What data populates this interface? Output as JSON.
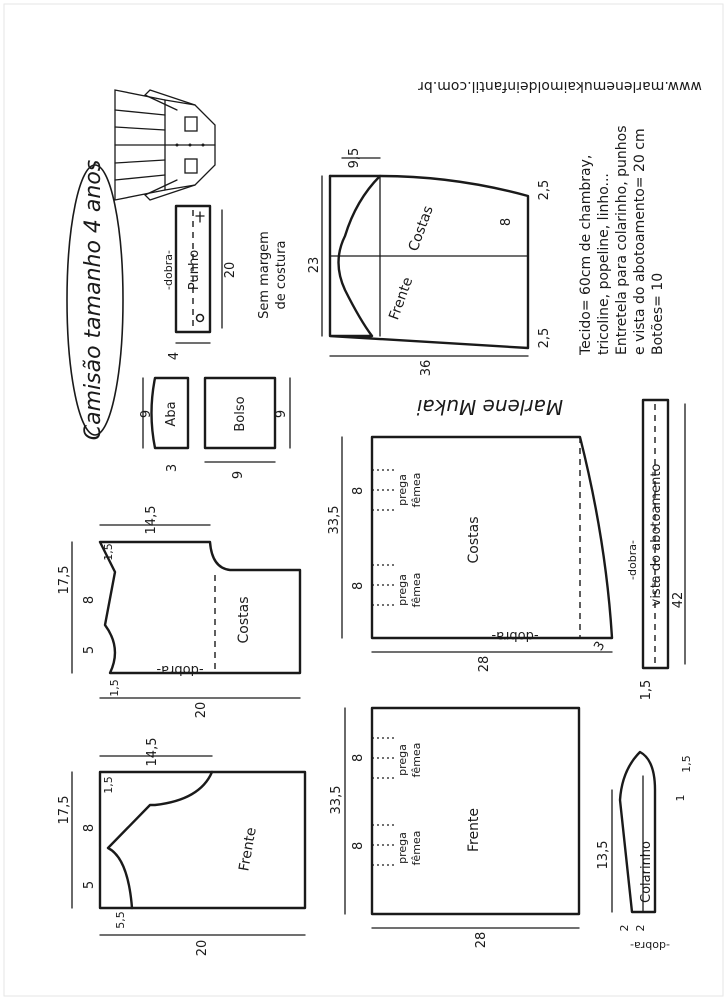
{
  "website": "www.marlenemukaimoldeinfantil.com.br",
  "title": "Camisão tamanho 4 anos",
  "materials": [
    "Tecido= 60cm de chambray,",
    "tricoline, popeline, linho...",
    "Entretela para colarinho, punhos",
    "e vista do abotoamento= 20 cm",
    "Botões= 10"
  ],
  "no_seam_note": [
    "Sem margem",
    "de costura"
  ],
  "signature": "Marlene Mukai",
  "pieces": {
    "sleeve": {
      "labels": {
        "back": "Costas",
        "front": "Frente"
      },
      "dims": {
        "top": "9,5",
        "height": "23",
        "right_top": "2,5",
        "right_bottom": "2,5",
        "width": "36",
        "notch": "8"
      }
    },
    "cuff": {
      "label": "Punho",
      "fold": "-dobra-",
      "dims": {
        "length": "20",
        "height": "4"
      }
    },
    "flap": {
      "label": "Aba",
      "dims": {
        "width": "9",
        "height": "3"
      }
    },
    "pocket": {
      "label": "Bolso",
      "dims": {
        "width": "9",
        "height": "9"
      }
    },
    "yoke_back": {
      "label": "Costas",
      "fold": "-dobra-",
      "dims": {
        "shoulder": "14,5",
        "neck": "1,5",
        "height": "17,5",
        "armhole": "8",
        "lower": "5",
        "bottom_left": "1,5",
        "width": "20"
      }
    },
    "yoke_front": {
      "label": "Frente",
      "dims": {
        "shoulder": "14,5",
        "neck": "1,5",
        "height": "17,5",
        "armhole": "8",
        "lower": "5",
        "bottom_left": "5,5",
        "width": "20"
      }
    },
    "skirt_back": {
      "label": "Costas",
      "fold": "-dobra-",
      "dims": {
        "height": "33,5",
        "width": "28",
        "corner": "3",
        "pleat": "8"
      },
      "pleats": [
        "prega",
        "fêmea",
        "prega",
        "fêmea"
      ]
    },
    "skirt_front": {
      "label": "Frente",
      "dims": {
        "height": "33,5",
        "width": "28",
        "pleat": "8"
      },
      "pleats": [
        "prega",
        "fêmea",
        "prega",
        "fêmea"
      ]
    },
    "placket": {
      "label": "vista do abotoamento",
      "fold": "-dobra-",
      "dims": {
        "length": "42",
        "width": "1,5"
      }
    },
    "collar": {
      "label": "Colarinho",
      "fold": "-dobra-",
      "dims": {
        "length": "13,5",
        "stand_top": "1,5",
        "stand_mid": "1",
        "bottom_a": "2",
        "bottom_b": "2"
      }
    }
  }
}
